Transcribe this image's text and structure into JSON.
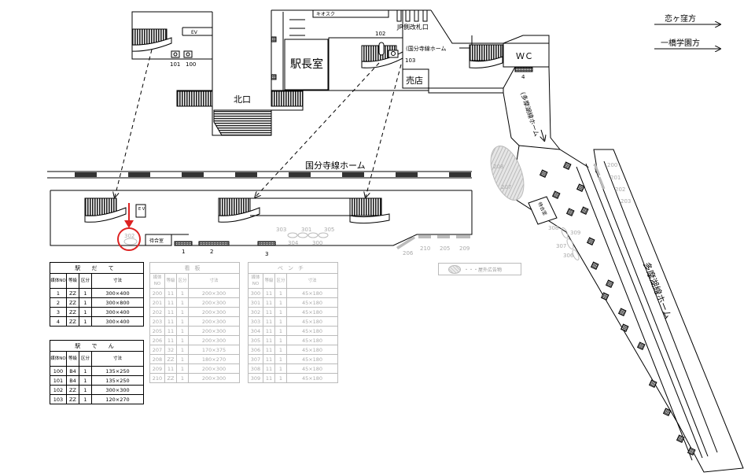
{
  "directions": [
    {
      "label": "恋ヶ窪方"
    },
    {
      "label": "一橋学園方"
    }
  ],
  "labels": {
    "kiosk": "キオスク",
    "jr_gate": "JR側改札口",
    "station_master": "駅長室",
    "wc": "ＷＣ",
    "shop": "売店",
    "kitaguchi": "北口",
    "kokubunji_home_note": "(国分寺線ホーム",
    "kokubunji_platform": "国分寺線ホーム",
    "tama_home_vertical": "(多摩湖線ホーム",
    "tama_platform": "多摩湖線ホーム",
    "ev": "EV",
    "ev_small": "E V",
    "waiting_room": "待合室",
    "waiting_room_tama": "待合室"
  },
  "markers": {
    "upper_ad_ids": [
      "101",
      "100",
      "102",
      "103"
    ],
    "gate_id": "4",
    "kokubunji_ids": [
      "1",
      "2",
      "3",
      "302",
      "303",
      "301",
      "305",
      "304",
      "300",
      "206",
      "210",
      "205",
      "209"
    ],
    "tama_ids": [
      "208",
      "207",
      "200",
      "201",
      "202",
      "203",
      "308",
      "309",
      "307",
      "306"
    ]
  },
  "colors": {
    "highlight": "#dd2222",
    "faded": "#aaaaaa"
  },
  "tables": {
    "ekidate": {
      "caption": "駅 だ て",
      "headers": [
        "媒体NO",
        "等級",
        "区分",
        "寸法"
      ],
      "rows": [
        [
          "1",
          "ZZ",
          "1",
          "300×400"
        ],
        [
          "2",
          "ZZ",
          "1",
          "300×800"
        ],
        [
          "3",
          "ZZ",
          "1",
          "300×400"
        ],
        [
          "4",
          "ZZ",
          "1",
          "300×400"
        ]
      ]
    },
    "ekiden": {
      "caption": "駅 で ん",
      "headers": [
        "媒体NO",
        "等級",
        "区分",
        "寸法"
      ],
      "rows": [
        [
          "100",
          "B4",
          "1",
          "135×250"
        ],
        [
          "101",
          "B4",
          "1",
          "135×250"
        ],
        [
          "102",
          "ZZ",
          "1",
          "300×300"
        ],
        [
          "103",
          "ZZ",
          "1",
          "120×270"
        ]
      ]
    },
    "kanban": {
      "caption": "看板",
      "headers": [
        "媒体NO",
        "等級",
        "区分",
        "寸法"
      ],
      "rows": [
        [
          "200",
          "11",
          "1",
          "200×300"
        ],
        [
          "201",
          "11",
          "1",
          "200×300"
        ],
        [
          "202",
          "11",
          "1",
          "200×300"
        ],
        [
          "203",
          "11",
          "1",
          "200×300"
        ],
        [
          "205",
          "11",
          "1",
          "200×300"
        ],
        [
          "206",
          "11",
          "1",
          "200×300"
        ],
        [
          "207",
          "32",
          "1",
          "170×375"
        ],
        [
          "208",
          "ZZ",
          "1",
          "180×270"
        ],
        [
          "209",
          "11",
          "1",
          "200×300"
        ],
        [
          "210",
          "ZZ",
          "1",
          "200×300"
        ]
      ]
    },
    "bench": {
      "caption": "ベンチ",
      "headers": [
        "媒体NO",
        "等級",
        "区分",
        "寸法"
      ],
      "rows": [
        [
          "300",
          "11",
          "1",
          "45×180"
        ],
        [
          "301",
          "11",
          "1",
          "45×180"
        ],
        [
          "302",
          "11",
          "1",
          "45×180"
        ],
        [
          "303",
          "11",
          "1",
          "45×180"
        ],
        [
          "304",
          "11",
          "1",
          "45×180"
        ],
        [
          "305",
          "11",
          "1",
          "45×180"
        ],
        [
          "306",
          "11",
          "1",
          "45×180"
        ],
        [
          "307",
          "11",
          "1",
          "45×180"
        ],
        [
          "308",
          "11",
          "1",
          "45×180"
        ],
        [
          "309",
          "11",
          "1",
          "45×180"
        ]
      ]
    }
  },
  "legend": {
    "label": "・・・屋外広告物"
  }
}
